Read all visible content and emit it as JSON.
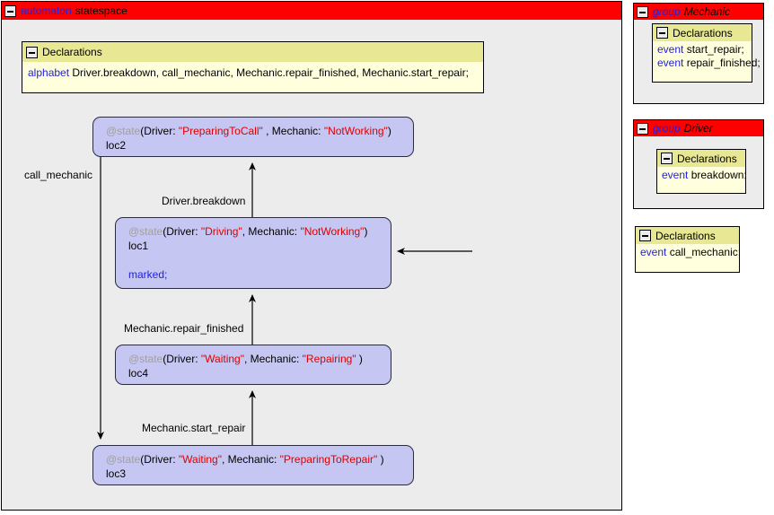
{
  "automaton": {
    "keyword": "automaton",
    "name": "statespace",
    "collapse_icon": "minus-icon",
    "declarations": {
      "title": "Declarations",
      "lines": [
        {
          "keyword": "alphabet",
          "text": "Driver.breakdown,  call_mechanic,  Mechanic.repair_finished,  Mechanic.start_repair;"
        }
      ]
    },
    "states": [
      {
        "id": "loc2",
        "annotation": "@state",
        "signature": "(Driver: \"PreparingToCall\" , Mechanic: \"NotWorking\")",
        "params": [
          {
            "label": "(Driver: ",
            "value": "\"PreparingToCall\""
          },
          {
            "label": " , Mechanic: ",
            "value": "\"NotWorking\""
          },
          {
            "label": ")",
            "value": ""
          }
        ],
        "label": "loc2",
        "marked": ""
      },
      {
        "id": "loc1",
        "annotation": "@state",
        "signature": "(Driver: \"Driving\", Mechanic: \"NotWorking\")",
        "params": [
          {
            "label": "(Driver: ",
            "value": "\"Driving\""
          },
          {
            "label": ", Mechanic: ",
            "value": "\"NotWorking\""
          },
          {
            "label": ")",
            "value": ""
          }
        ],
        "label": "loc1",
        "marked": "marked;"
      },
      {
        "id": "loc4",
        "annotation": "@state",
        "signature": "(Driver: \"Waiting\", Mechanic: \"Repairing\" )",
        "params": [
          {
            "label": "(Driver: ",
            "value": "\"Waiting\""
          },
          {
            "label": ", Mechanic: ",
            "value": "\"Repairing\""
          },
          {
            "label": " )",
            "value": ""
          }
        ],
        "label": "loc4",
        "marked": ""
      },
      {
        "id": "loc3",
        "annotation": "@state",
        "signature": "(Driver: \"Waiting\", Mechanic: \"PreparingToRepair\" )",
        "params": [
          {
            "label": "(Driver: ",
            "value": "\"Waiting\""
          },
          {
            "label": ", Mechanic: ",
            "value": "\"PreparingToRepair\""
          },
          {
            "label": " )",
            "value": ""
          }
        ],
        "label": "loc3",
        "marked": ""
      }
    ],
    "transitions": [
      {
        "label": "call_mechanic",
        "from": "loc2",
        "to": "loc3"
      },
      {
        "label": "Driver.breakdown",
        "from": "loc1",
        "to": "loc2"
      },
      {
        "label": "Mechanic.repair_finished",
        "from": "loc4",
        "to": "loc1"
      },
      {
        "label": "Mechanic.start_repair",
        "from": "loc3",
        "to": "loc4"
      },
      {
        "label": "",
        "from": "initial",
        "to": "loc1"
      }
    ]
  },
  "groups": [
    {
      "keyword": "group",
      "name": "Mechanic",
      "declarations": {
        "title": "Declarations",
        "lines": [
          {
            "keyword": "event",
            "text": "start_repair;"
          },
          {
            "keyword": "event",
            "text": "repair_finished;"
          }
        ]
      }
    },
    {
      "keyword": "group",
      "name": "Driver",
      "declarations": {
        "title": "Declarations",
        "lines": [
          {
            "keyword": "event",
            "text": "breakdown;"
          }
        ]
      }
    }
  ],
  "standalone_declarations": {
    "title": "Declarations",
    "lines": [
      {
        "keyword": "event",
        "text": "call_mechanic;"
      }
    ]
  },
  "colors": {
    "title_bar": "#ff0000",
    "keyword": "#2222dd",
    "string_value": "#dd0000",
    "annotation": "#a0a0a0",
    "state_fill": "#c6c6f2",
    "decl_header": "#e8e894",
    "decl_body": "#ffffdd",
    "canvas": "#ececec"
  }
}
